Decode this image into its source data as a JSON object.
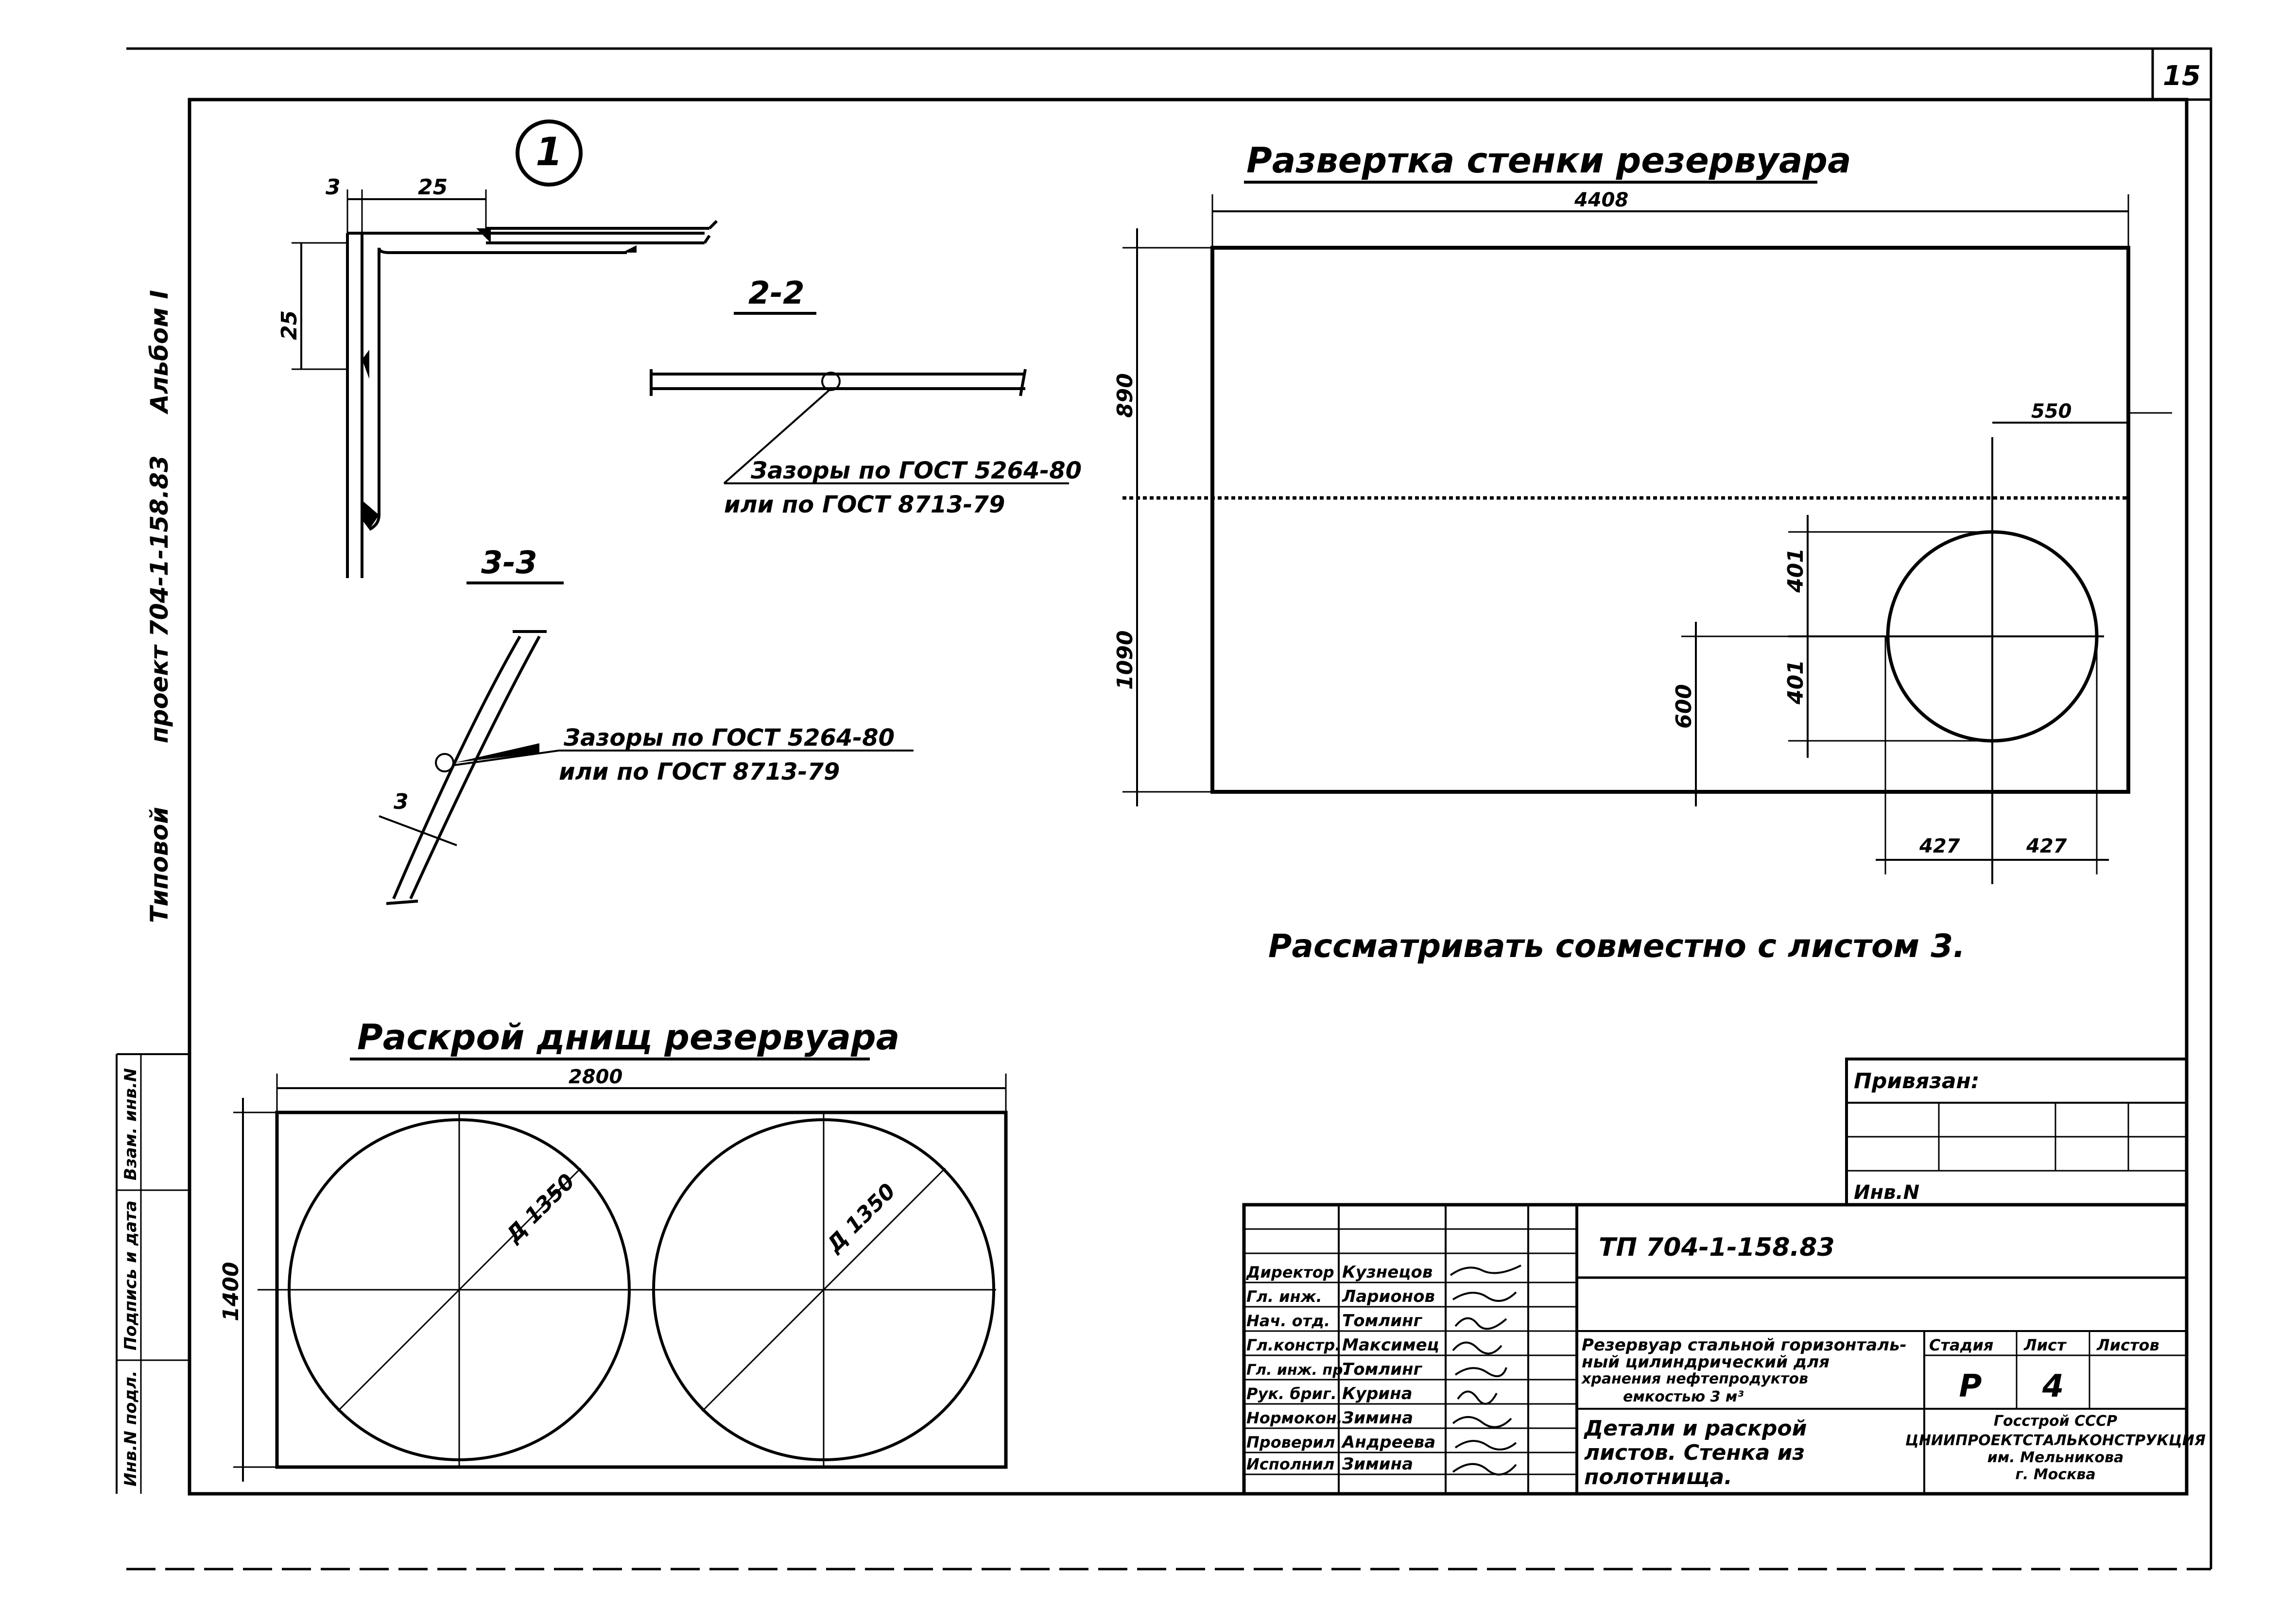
{
  "sheet_number": "15",
  "side_label": {
    "typical": "Типовой",
    "project": "проект 704-1-158.83",
    "album": "Альбом I"
  },
  "left_stamp": {
    "inv_podl": "Инв.N подл.",
    "podpis_data": "Подпись и дата",
    "vzam_inv": "Взам. инв.N"
  },
  "detail_1": {
    "marker": "1",
    "dims": {
      "a": "3",
      "b": "25",
      "c": "25"
    }
  },
  "section_2_2": {
    "label": "2-2",
    "note_line1": "Зазоры по ГОСТ 5264-80",
    "note_line2": "или по ГОСТ 8713-79"
  },
  "section_3_3": {
    "label": "3-3",
    "dim": "3",
    "note_line1": "Зазоры по ГОСТ 5264-80",
    "note_line2": "или по ГОСТ 8713-79"
  },
  "wall_development": {
    "title": "Развертка стенки резервуара",
    "dims": {
      "width": "4408",
      "upper_height": "890",
      "lower_height": "1090",
      "offset_right": "550",
      "radius_upper": "401",
      "radius_lower": "401",
      "center_height": "600",
      "half_left": "427",
      "half_right": "427"
    }
  },
  "note_main": "Рассматривать совместно с листом 3.",
  "bottom_cut": {
    "title": "Раскрой днищ резервуара",
    "dims": {
      "width": "2800",
      "height": "1400",
      "diam_left": "Д 1350",
      "diam_right": "Д 1350"
    }
  },
  "binding_box": {
    "title": "Привязан:",
    "inv": "Инв.N"
  },
  "title_block": {
    "code": "ТП 704-1-158.83",
    "roles": [
      "Директор",
      "Гл. инж.",
      "Нач. отд.",
      "Гл.констр.",
      "Гл. инж. пр.",
      "Рук. бриг.",
      "Нормокон.",
      "Проверил",
      "Исполнил"
    ],
    "names": [
      "Кузнецов",
      "Ларионов",
      "Томлинг",
      "Максимец",
      "Томлинг",
      "Курина",
      "Зимина",
      "Андреева",
      "Зимина"
    ],
    "object_line1": "Резервуар стальной горизонталь-",
    "object_line2": "ный цилиндрический для",
    "object_line3": "хранения нефтепродуктов",
    "object_line4": "емкостью 3 м³",
    "sheet_line1": "Детали и раскрой",
    "sheet_line2": "листов. Стенка из",
    "sheet_line3": "полотнища.",
    "stage_label": "Стадия",
    "sheet_label": "Лист",
    "sheets_label": "Листов",
    "stage": "Р",
    "sheet": "4",
    "org_line1": "Госстрой СССР",
    "org_line2": "ЦНИИПРОЕКТСТАЛЬКОНСТРУКЦИЯ",
    "org_line3": "им. Мельникова",
    "org_line4": "г. Москва"
  }
}
